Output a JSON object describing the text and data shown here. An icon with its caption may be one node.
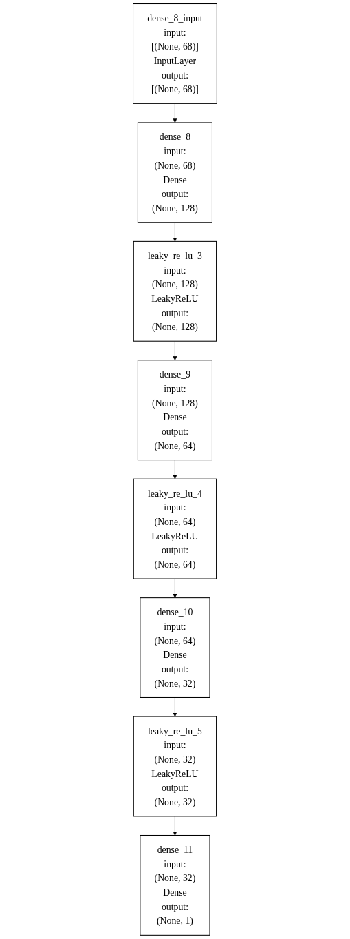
{
  "diagram": {
    "nodes": [
      {
        "text": [
          "dense_8_input",
          "input:",
          "[(None, 68)]",
          "InputLayer",
          "output:",
          "[(None, 68)]"
        ]
      },
      {
        "text": [
          "dense_8",
          "input:",
          "(None, 68)",
          "Dense",
          "output:",
          "(None, 128)"
        ]
      },
      {
        "text": [
          "leaky_re_lu_3",
          "input:",
          "(None, 128)",
          "LeakyReLU",
          "output:",
          "(None, 128)"
        ]
      },
      {
        "text": [
          "dense_9",
          "input:",
          "(None, 128)",
          "Dense",
          "output:",
          "(None, 64)"
        ]
      },
      {
        "text": [
          "leaky_re_lu_4",
          "input:",
          "(None, 64)",
          "LeakyReLU",
          "output:",
          "(None, 64)"
        ]
      },
      {
        "text": [
          "dense_10",
          "input:",
          "(None, 64)",
          "Dense",
          "output:",
          "(None, 32)"
        ]
      },
      {
        "text": [
          "leaky_re_lu_5",
          "input:",
          "(None, 32)",
          "LeakyReLU",
          "output:",
          "(None, 32)"
        ]
      },
      {
        "text": [
          "dense_11",
          "input:",
          "(None, 32)",
          "Dense",
          "output:",
          "(None, 1)"
        ]
      }
    ],
    "edges": [
      {
        "from": 0,
        "to": 1,
        "arrow": "to"
      },
      {
        "from": 1,
        "to": 2,
        "arrow": "to"
      },
      {
        "from": 2,
        "to": 3,
        "arrow": "to"
      },
      {
        "from": 3,
        "to": 4,
        "arrow": "to"
      },
      {
        "from": 4,
        "to": 5,
        "arrow": "to"
      },
      {
        "from": 5,
        "to": 6,
        "arrow": "to"
      },
      {
        "from": 6,
        "to": 7,
        "arrow": "to"
      }
    ]
  }
}
